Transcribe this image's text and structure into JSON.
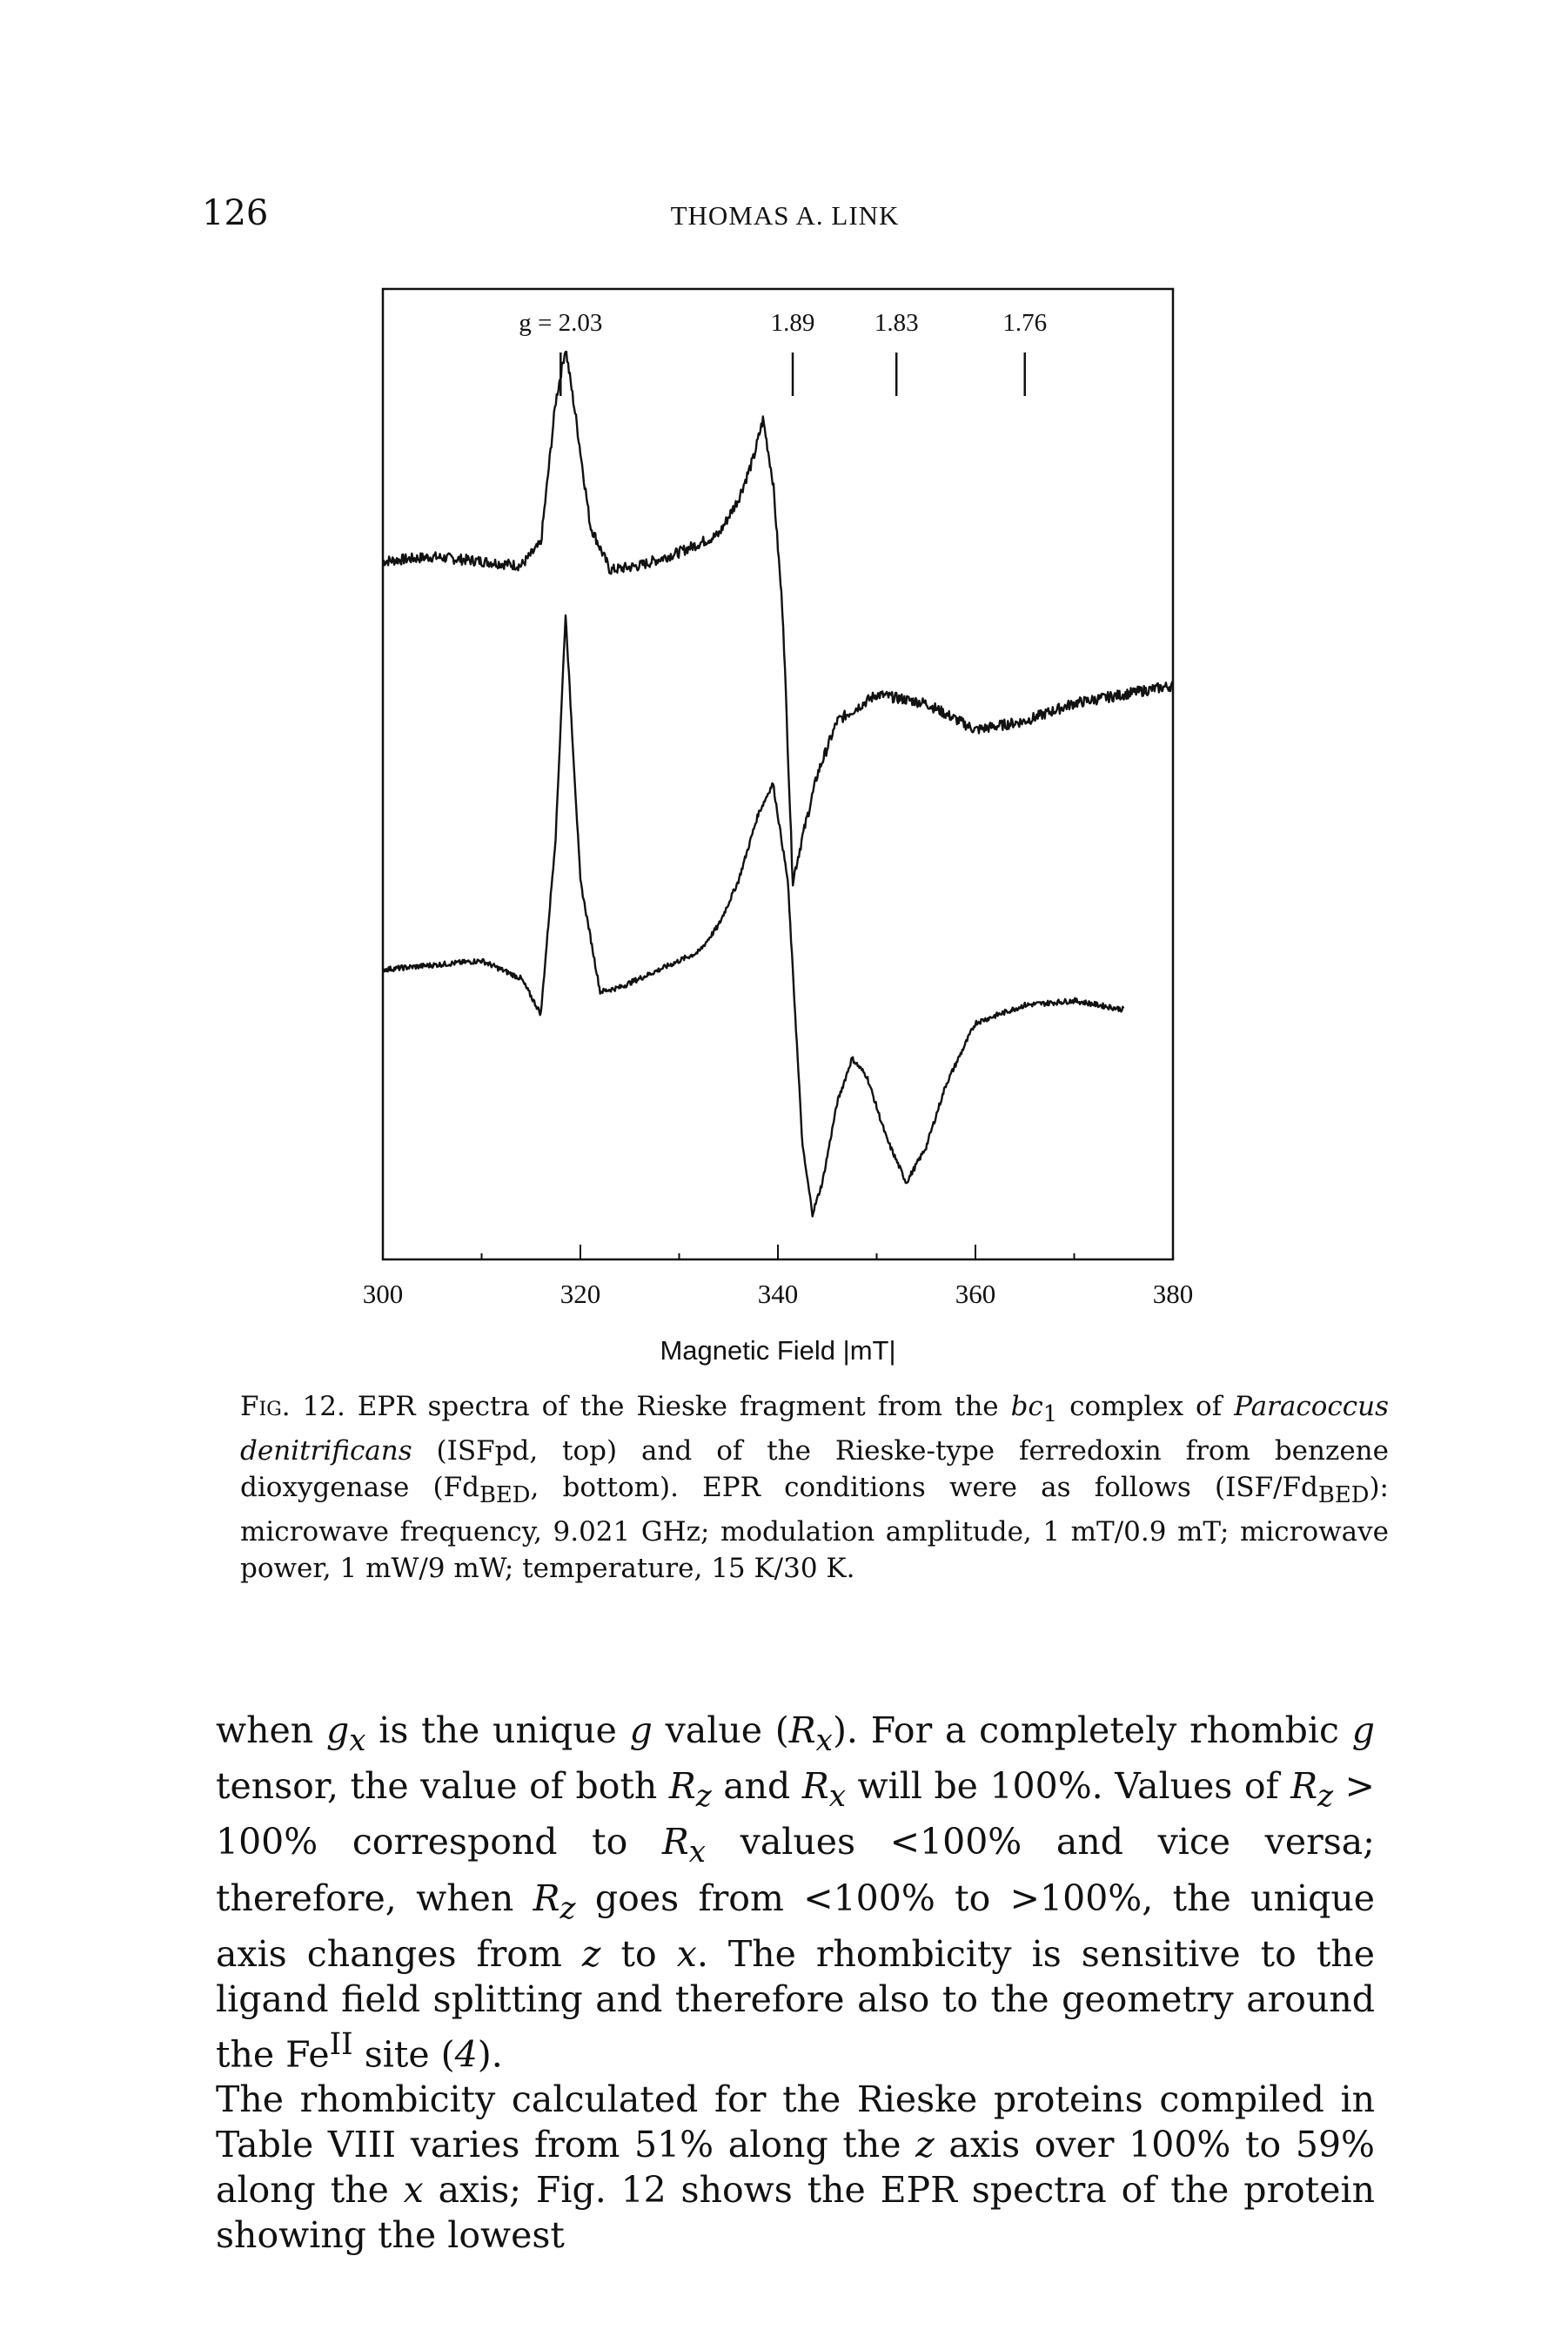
{
  "header": {
    "page_number": "126",
    "running_head": "THOMAS A. LINK"
  },
  "figure": {
    "g_markers": [
      {
        "label": "g = 2.03",
        "field_mT": 318
      },
      {
        "label": "1.89",
        "field_mT": 341.5
      },
      {
        "label": "1.83",
        "field_mT": 352
      },
      {
        "label": "1.76",
        "field_mT": 365
      }
    ],
    "chart_data": {
      "type": "line",
      "xlabel": "Magnetic Field |mT|",
      "xlim": [
        300,
        380
      ],
      "xticks": [
        "300",
        "320",
        "340",
        "360",
        "380"
      ],
      "series": [
        {
          "x": [
            300,
            305,
            310,
            314,
            316,
            317.5,
            318.5,
            319.5,
            321,
            323,
            326,
            330,
            334,
            336,
            337.5,
            338.5,
            339.5,
            340.5,
            341.5,
            342.5,
            344,
            346,
            350,
            355,
            360,
            365,
            370,
            375,
            380
          ],
          "y": [
            52,
            53,
            52,
            51,
            56,
            88,
            100,
            85,
            60,
            50,
            51,
            54,
            58,
            66,
            75,
            84,
            70,
            40,
            -20,
            -10,
            4,
            16,
            22,
            20,
            14,
            16,
            20,
            22,
            24
          ]
        },
        {
          "x": [
            300,
            305,
            310,
            314,
            316,
            317.5,
            318.5,
            320,
            322,
            324,
            328,
            332,
            334,
            336,
            338,
            339.5,
            341,
            342.5,
            343.5,
            344.5,
            346,
            347.5,
            349,
            351,
            353,
            355,
            357,
            360,
            365,
            370,
            375
          ],
          "y": [
            -40,
            -39,
            -38,
            -42,
            -50,
            -10,
            40,
            -20,
            -45,
            -44,
            -40,
            -36,
            -30,
            -20,
            -5,
            2,
            -20,
            -80,
            -95,
            -88,
            -70,
            -60,
            -64,
            -78,
            -88,
            -80,
            -66,
            -52,
            -48,
            -47,
            -49
          ]
        }
      ]
    }
  },
  "caption": {
    "fig_label": "Fig. 12.",
    "text_1": " EPR spectra of the Rieske fragment from the ",
    "bc": "bc",
    "bc_sub": "1",
    "text_2": " complex of ",
    "species": "Paracoccus denitrificans",
    "text_3": " (ISFpd, top) and of the Rieske-type ferredoxin from benzene dioxygenase (Fd",
    "bed": "BED",
    "text_4": ", bottom). EPR conditions were as follows (ISF/Fd",
    "bed2": "BED",
    "text_5": "): microwave frequency, 9.021 GHz; modulation amplitude, 1 mT/0.9 mT; microwave power, 1 mW/9 mW; temperature, 15 K/30 K."
  },
  "body": {
    "para1_a": "when ",
    "gx": "g",
    "gx_sub": "x",
    "para1_b": " is the unique ",
    "g1": "g",
    "para1_c": " value (",
    "Rx1": "R",
    "Rx1_sub": "x",
    "para1_d": "). For a completely rhombic ",
    "g2": "g",
    "para1_e": " tensor, the value of both ",
    "Rz1": "R",
    "Rz1_sub": "z",
    "para1_f": " and ",
    "Rx2": "R",
    "Rx2_sub": "x",
    "para1_g": " will be 100%. Values of ",
    "Rz2": "R",
    "Rz2_sub": "z",
    "para1_h": " > 100% correspond to ",
    "Rx3": "R",
    "Rx3_sub": "x",
    "para1_i": " values <100% and vice versa; therefore, when ",
    "Rz3": "R",
    "Rz3_sub": "z",
    "para1_j": " goes from <100% to >100%, the unique axis changes from ",
    "z1": "z",
    "para1_k": " to ",
    "x1": "x",
    "para1_l": ". The rhombicity is sensitive to the ligand field splitting and therefore also to the geometry around the Fe",
    "fe_sup": "II",
    "para1_m": " site (",
    "ref4": "4",
    "para1_n": ").",
    "para2_a": "The rhombicity calculated for the Rieske proteins compiled in Table VIII varies from 51% along the ",
    "z2": "z",
    "para2_b": " axis over 100% to 59% along the ",
    "x2": "x",
    "para2_c": " axis; Fig. 12 shows the EPR spectra of the protein showing the lowest"
  }
}
